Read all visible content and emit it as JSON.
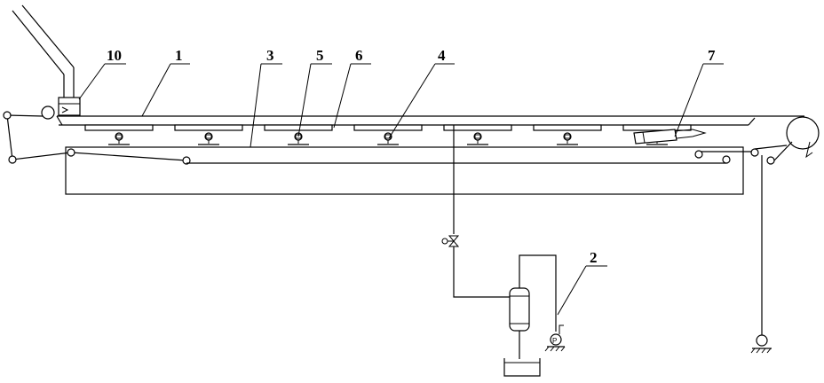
{
  "labels": {
    "l1": "1",
    "l2": "2",
    "l3": "3",
    "l4": "4",
    "l5": "5",
    "l6": "6",
    "l7": "7",
    "l10": "10"
  },
  "colors": {
    "line": "#000000",
    "background": "#ffffff"
  },
  "bottom_fixtures": 7
}
